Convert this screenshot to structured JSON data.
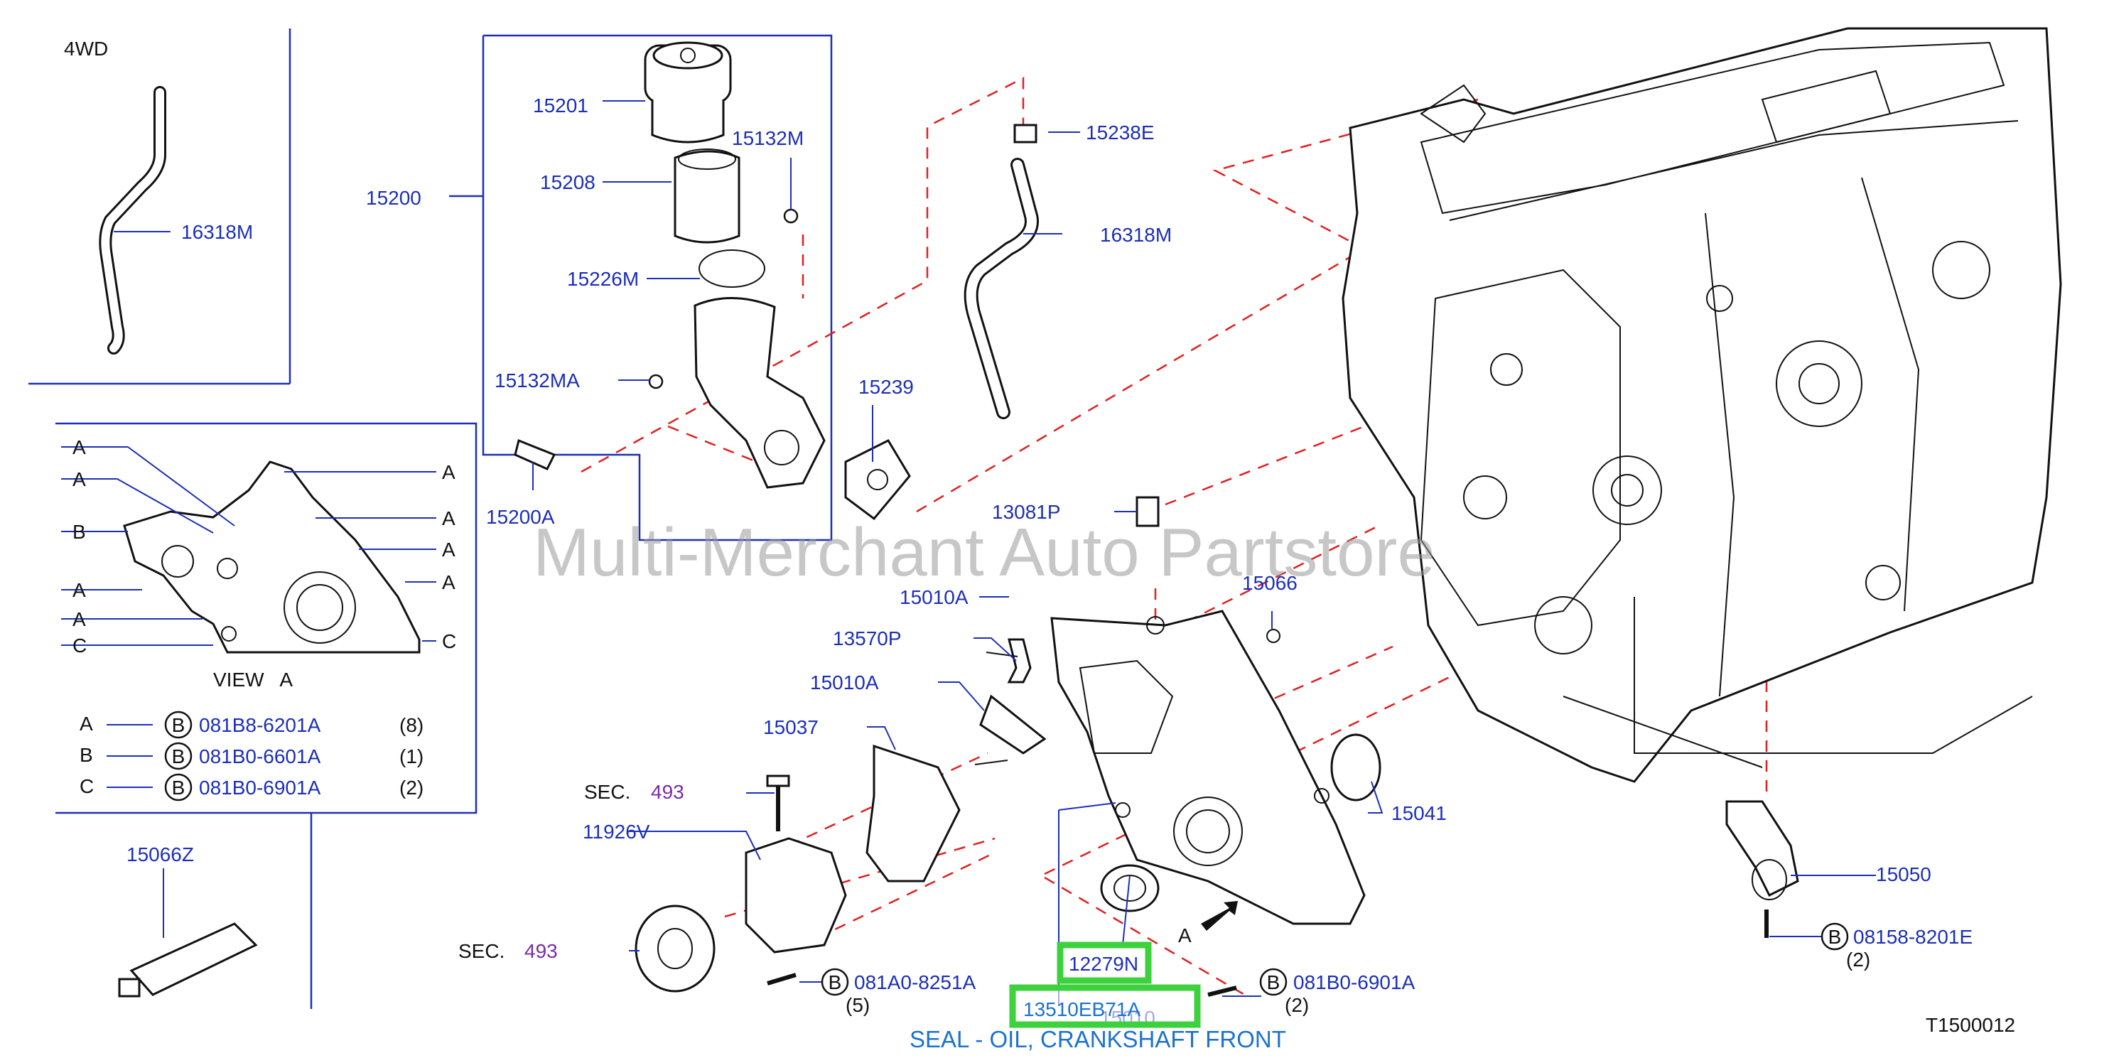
{
  "labels": {
    "section_4wd": "4WD",
    "p16318M_a": "16318M",
    "p16318M_b": "16318M",
    "p15201": "15201",
    "p15208": "15208",
    "p15200": "15200",
    "p15132M": "15132M",
    "p15226M": "15226M",
    "p15132MA": "15132MA",
    "p15200A": "15200A",
    "p15239": "15239",
    "p15238E": "15238E",
    "p13081P": "13081P",
    "p15010A_a": "15010A",
    "p15010A_b": "15010A",
    "p15066": "15066",
    "p13570P": "13570P",
    "p15037": "15037",
    "p15041": "15041",
    "p11926V": "11926V",
    "p15066Z": "15066Z",
    "p15050": "15050",
    "p15010": "15010",
    "p12279N": "12279N",
    "p13510EB71A": "13510EB71A",
    "sec_word_1": "SEC.",
    "sec_num_1": "493",
    "sec_word_2": "SEC.",
    "sec_num_2": "493",
    "bolt_081A0": "081A0-8251A",
    "bolt_081A0_qty": "(5)",
    "bolt_081B0_6901A": "081B0-6901A",
    "bolt_081B0_6901A_qty": "(2)",
    "bolt_08158": "08158-8201E",
    "bolt_08158_qty": "(2)",
    "arrow_a": "A",
    "diagram_id": "T1500012",
    "caption": "SEAL - OIL, CRANKSHAFT FRONT",
    "watermark": "Multi-Merchant Auto Partstore",
    "circle_b": "B"
  },
  "view_a": {
    "title": "VIEW   A",
    "left_letters": [
      "A",
      "A",
      "B",
      "A",
      "A",
      "C"
    ],
    "right_letters": [
      "A",
      "A",
      "A",
      "A",
      "C"
    ],
    "legend": [
      {
        "letter": "A",
        "circle": "B",
        "part": "081B8-6201A",
        "qty": "(8)"
      },
      {
        "letter": "B",
        "circle": "B",
        "part": "081B0-6601A",
        "qty": "(1)"
      },
      {
        "letter": "C",
        "circle": "B",
        "part": "081B0-6901A",
        "qty": "(2)"
      }
    ]
  },
  "colors": {
    "part_number": "#1c2fb8",
    "dashed_guide": "#e02020",
    "section_ref": "#7a2ca8",
    "highlight": "#3dd13d",
    "caption": "#1c72d0"
  }
}
